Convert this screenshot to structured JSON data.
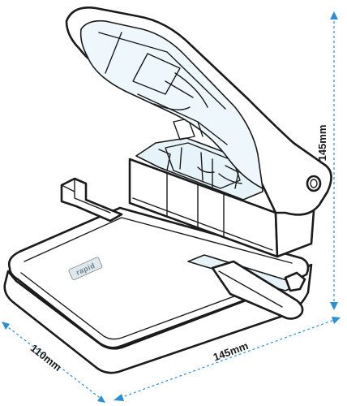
{
  "product": {
    "brand_label": "rapid",
    "colors": {
      "outline": "#1b1b1b",
      "body_fill": "#ffffff",
      "glass_tint": "#eef7fb",
      "dimension_line": "#2b8fd6"
    }
  },
  "dimensions": {
    "height": "145mm",
    "width": "145mm",
    "depth": "110mm"
  }
}
